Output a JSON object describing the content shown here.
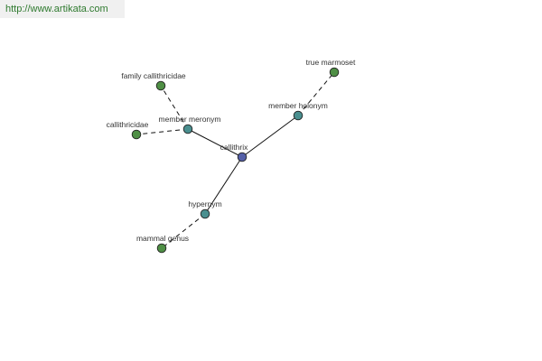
{
  "site": {
    "url_text": "http://www.artikata.com"
  },
  "graph": {
    "colors": {
      "center_fill": "#5560a8",
      "relation_fill": "#4a8f8f",
      "term_fill": "#4f8f45",
      "node_stroke": "#222222",
      "edge": "#111111"
    },
    "nodes": [
      {
        "id": "callithrix",
        "label": "callithrix",
        "kind": "center"
      },
      {
        "id": "member-meronym",
        "label": "member meronym",
        "kind": "relation"
      },
      {
        "id": "member-holonym",
        "label": "member holonym",
        "kind": "relation"
      },
      {
        "id": "hypernym",
        "label": "hypernym",
        "kind": "relation"
      },
      {
        "id": "family-callithricidae",
        "label": "family callithricidae",
        "kind": "term"
      },
      {
        "id": "callithricidae",
        "label": "callithricidae",
        "kind": "term"
      },
      {
        "id": "true-marmoset",
        "label": "true marmoset",
        "kind": "term"
      },
      {
        "id": "mammal-genus",
        "label": "mammal genus",
        "kind": "term"
      }
    ],
    "edges": [
      {
        "from": "callithrix",
        "to": "member-meronym",
        "style": "solid"
      },
      {
        "from": "callithrix",
        "to": "member-holonym",
        "style": "solid"
      },
      {
        "from": "callithrix",
        "to": "hypernym",
        "style": "solid"
      },
      {
        "from": "member-meronym",
        "to": "family-callithricidae",
        "style": "dashed"
      },
      {
        "from": "member-meronym",
        "to": "callithricidae",
        "style": "dashed"
      },
      {
        "from": "member-holonym",
        "to": "true-marmoset",
        "style": "dashed"
      },
      {
        "from": "hypernym",
        "to": "mammal-genus",
        "style": "dashed"
      }
    ]
  }
}
